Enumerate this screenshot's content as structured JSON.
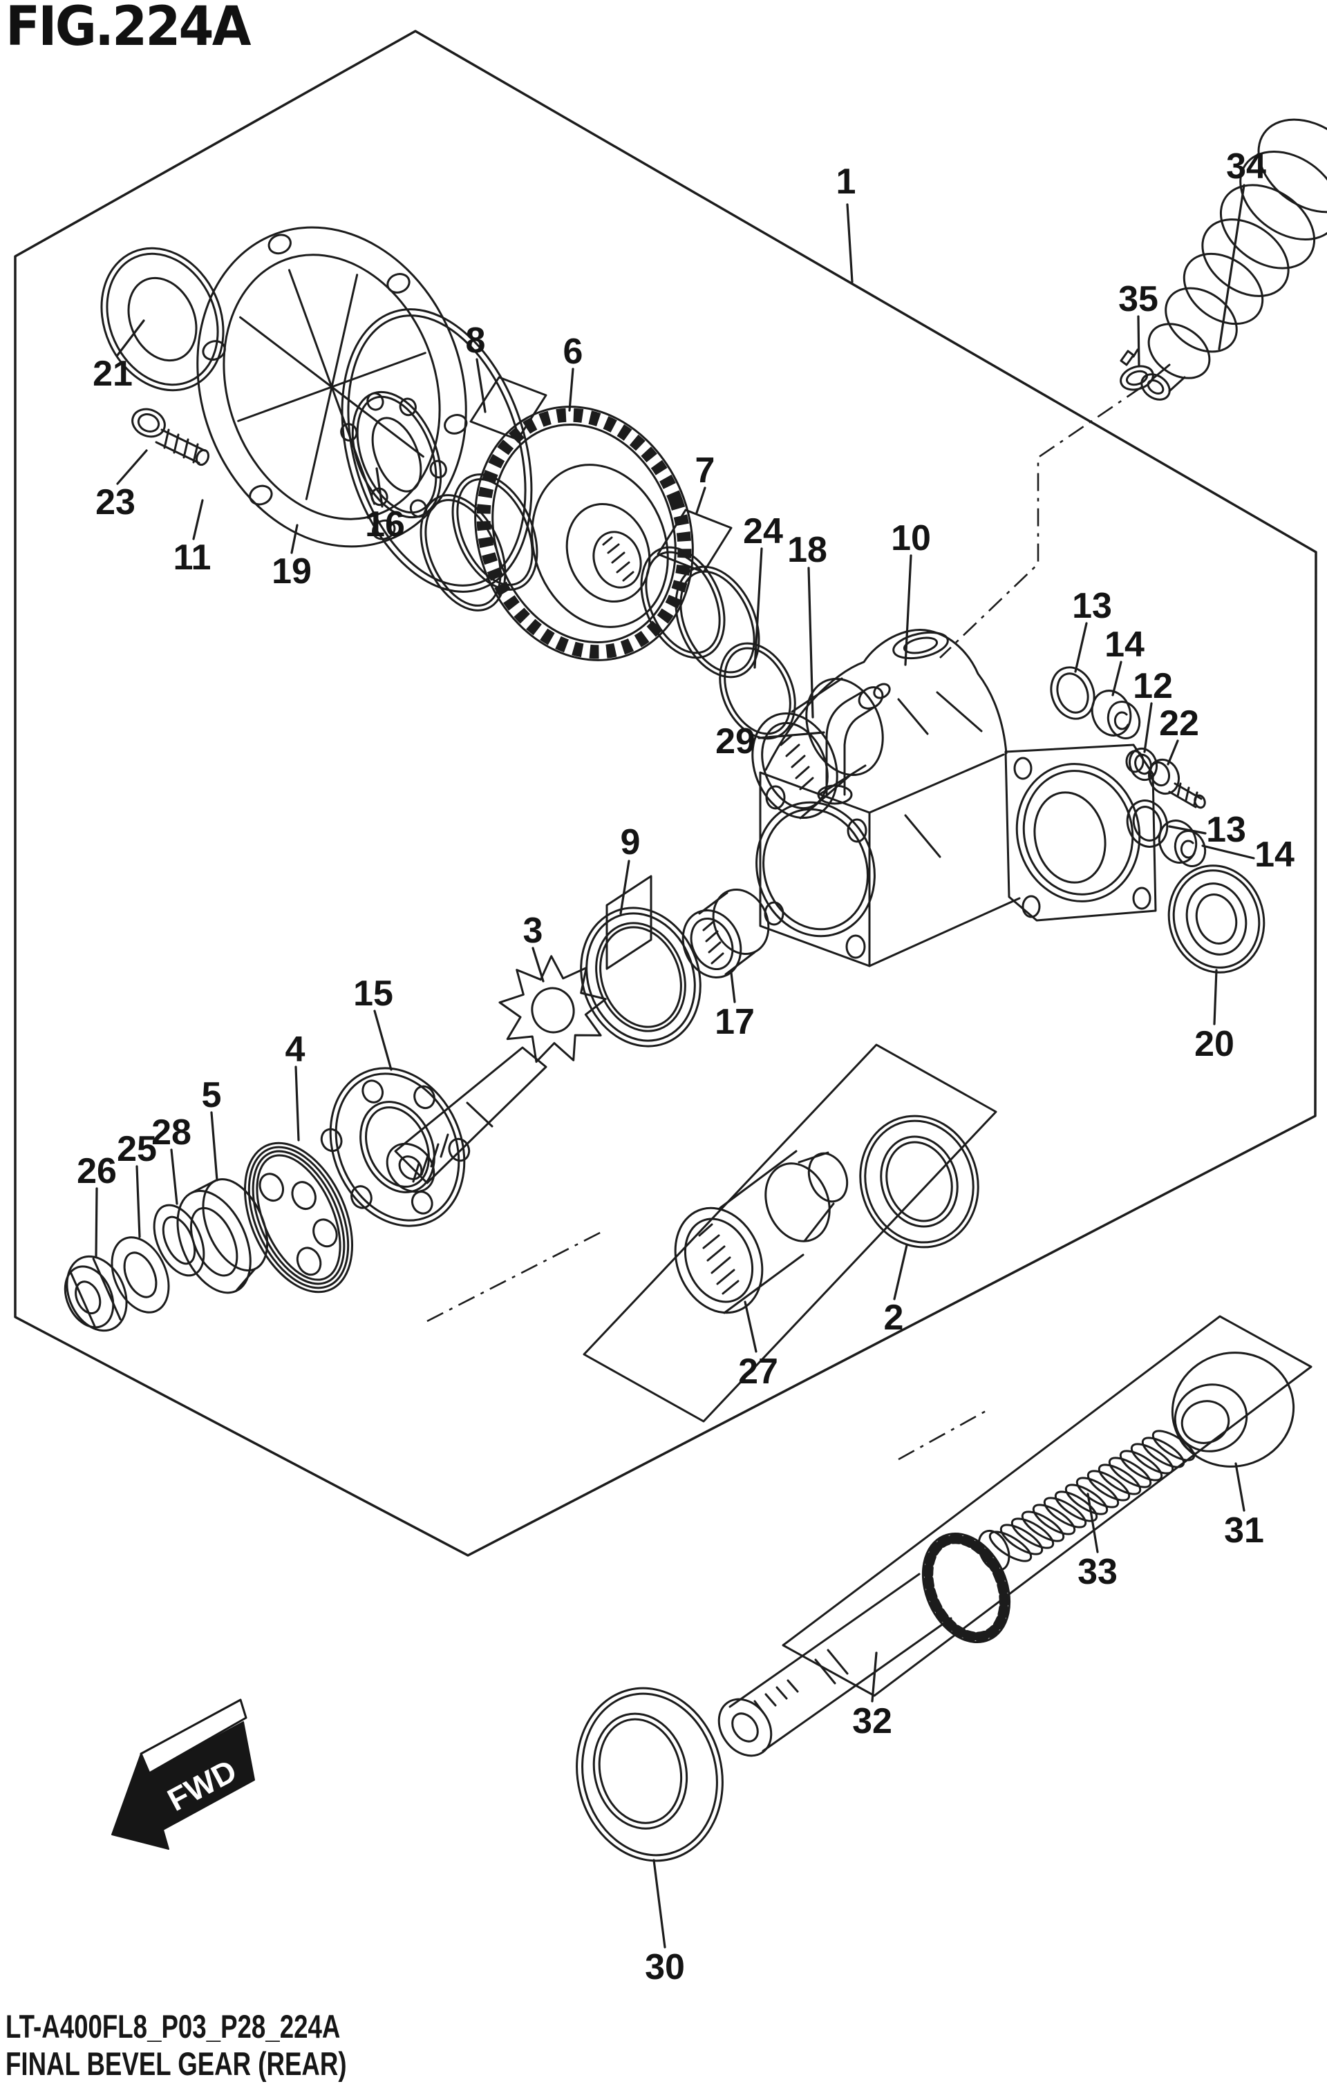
{
  "figure": {
    "title": "FIG.224A"
  },
  "footer": {
    "code": "LT-A400FL8_P03_P28_224A",
    "caption": "FINAL BEVEL GEAR (REAR)"
  },
  "direction": {
    "label": "FWD"
  },
  "colors": {
    "line": "#1c1c1c",
    "background": "#ffffff"
  },
  "callouts": [
    {
      "text": "1"
    },
    {
      "text": "2"
    },
    {
      "text": "3"
    },
    {
      "text": "4"
    },
    {
      "text": "5"
    },
    {
      "text": "6"
    },
    {
      "text": "7"
    },
    {
      "text": "8"
    },
    {
      "text": "9"
    },
    {
      "text": "10"
    },
    {
      "text": "11"
    },
    {
      "text": "12"
    },
    {
      "text": "13"
    },
    {
      "text": "14"
    },
    {
      "text": "13"
    },
    {
      "text": "14"
    },
    {
      "text": "15"
    },
    {
      "text": "16"
    },
    {
      "text": "17"
    },
    {
      "text": "18"
    },
    {
      "text": "19"
    },
    {
      "text": "20"
    },
    {
      "text": "21"
    },
    {
      "text": "22"
    },
    {
      "text": "23"
    },
    {
      "text": "24"
    },
    {
      "text": "25"
    },
    {
      "text": "26"
    },
    {
      "text": "27"
    },
    {
      "text": "28"
    },
    {
      "text": "29"
    },
    {
      "text": "30"
    },
    {
      "text": "31"
    },
    {
      "text": "32"
    },
    {
      "text": "33"
    },
    {
      "text": "34"
    },
    {
      "text": "35"
    }
  ]
}
